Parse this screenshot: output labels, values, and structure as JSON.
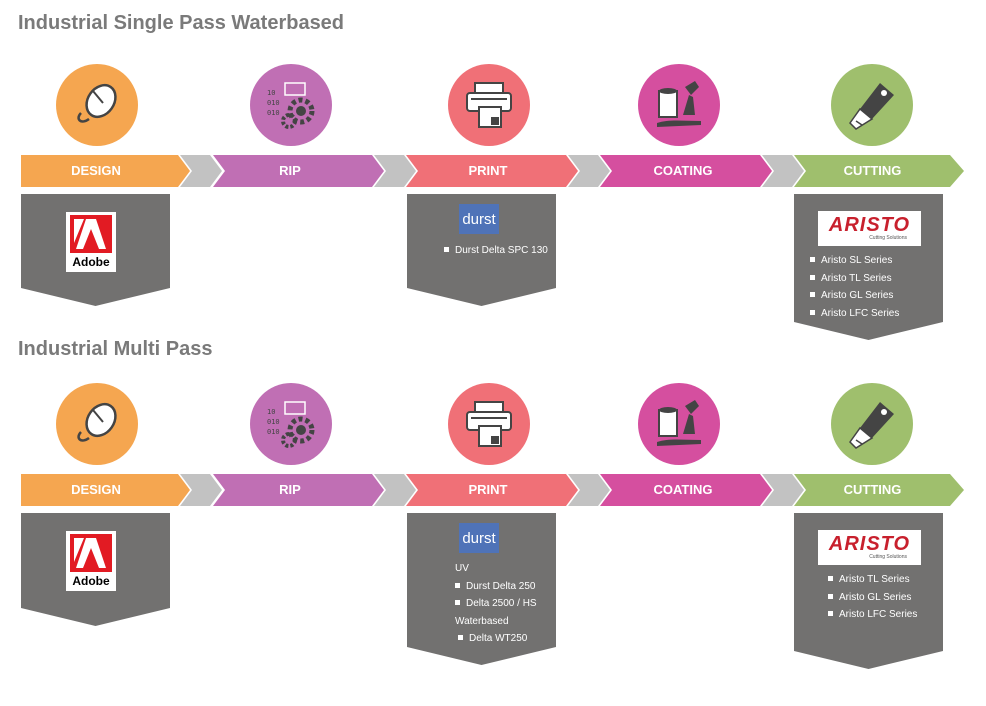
{
  "colors": {
    "design": "#f5a650",
    "rip": "#c06fb4",
    "print": "#f07077",
    "coating": "#d54f9f",
    "cutting": "#9fbf6d",
    "connector": "#c2c2c2",
    "box": "#727170",
    "title": "#7a7a7a",
    "icon_line": "#444444"
  },
  "steps": [
    {
      "label": "DESIGN",
      "icon": "mouse-icon",
      "color": "#f5a650"
    },
    {
      "label": "RIP",
      "icon": "gears-binary-icon",
      "color": "#c06fb4"
    },
    {
      "label": "PRINT",
      "icon": "printer-icon",
      "color": "#f07077"
    },
    {
      "label": "COATING",
      "icon": "paint-can-brush-icon",
      "color": "#d54f9f"
    },
    {
      "label": "CUTTING",
      "icon": "cutter-knife-icon",
      "color": "#9fbf6d"
    }
  ],
  "sections": [
    {
      "title": "Industrial Single Pass Waterbased",
      "design_logo": {
        "name": "Adobe",
        "icon": "adobe-logo"
      },
      "print_box": {
        "logo": "durst",
        "items": [
          {
            "text": "Durst Delta SPC 130",
            "bullet": true
          }
        ]
      },
      "cutting_box": {
        "logo": "ARISTO",
        "logo_tagline": "Cutting Solutions",
        "items": [
          {
            "text": "Aristo SL Series",
            "bullet": true
          },
          {
            "text": "Aristo TL Series",
            "bullet": true
          },
          {
            "text": "Aristo GL Series",
            "bullet": true
          },
          {
            "text": "Aristo LFC Series",
            "bullet": true
          }
        ]
      }
    },
    {
      "title": "Industrial Multi Pass",
      "design_logo": {
        "name": "Adobe",
        "icon": "adobe-logo"
      },
      "print_box": {
        "logo": "durst",
        "items": [
          {
            "text": "UV",
            "bullet": false
          },
          {
            "text": "Durst Delta 250",
            "bullet": true
          },
          {
            "text": "Delta 2500 / HS",
            "bullet": true
          },
          {
            "text": "Waterbased",
            "bullet": false
          },
          {
            "text": "Delta WT250",
            "bullet": true
          }
        ]
      },
      "cutting_box": {
        "logo": "ARISTO",
        "logo_tagline": "Cutting Solutions",
        "items": [
          {
            "text": "Aristo TL Series",
            "bullet": true
          },
          {
            "text": "Aristo GL Series",
            "bullet": true
          },
          {
            "text": "Aristo LFC Series",
            "bullet": true
          }
        ]
      }
    }
  ]
}
